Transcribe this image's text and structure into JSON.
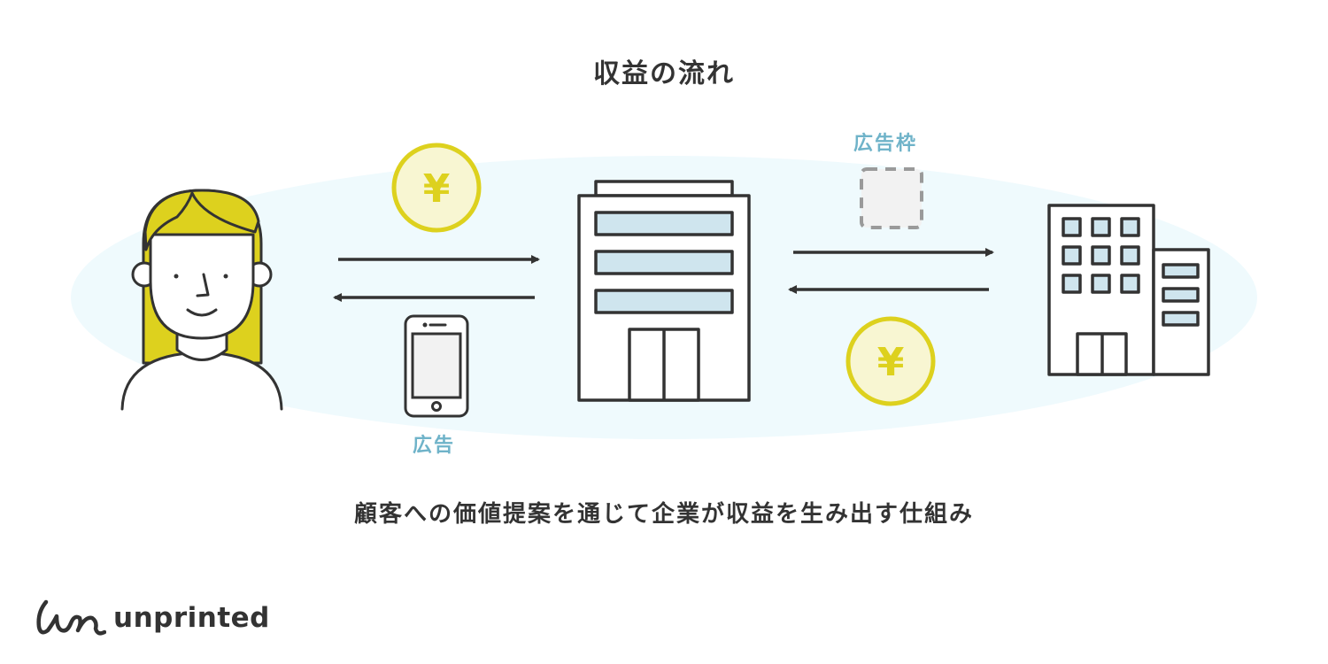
{
  "title": "収益の流れ",
  "labels": {
    "ad_slot": "広告枠",
    "ad": "広告"
  },
  "coins": {
    "symbol": "¥"
  },
  "caption": "顧客への価値提案を通じて企業が収益を生み出す仕組み",
  "logo": {
    "text": "unprinted"
  },
  "colors": {
    "background_ellipse": "#effafd",
    "stroke": "#333333",
    "hair": "#ddd11e",
    "coin_fill": "#f8f6d2",
    "coin_stroke": "#ddd11e",
    "window_fill": "#cfe5ee",
    "label_blue": "#6fb3c9",
    "ad_slot_fill": "#f2f2f2",
    "ad_slot_stroke": "#9a9a9a"
  },
  "nodes": [
    {
      "id": "customer",
      "icon": "person-icon"
    },
    {
      "id": "company",
      "icon": "building-icon"
    },
    {
      "id": "advertiser",
      "icon": "office-building-icon"
    }
  ],
  "flows": [
    {
      "from": "customer",
      "to": "company",
      "item": "yen-coin"
    },
    {
      "from": "company",
      "to": "customer",
      "item": "smartphone-ad"
    },
    {
      "from": "company",
      "to": "advertiser",
      "item": "ad-slot"
    },
    {
      "from": "advertiser",
      "to": "company",
      "item": "yen-coin"
    }
  ]
}
